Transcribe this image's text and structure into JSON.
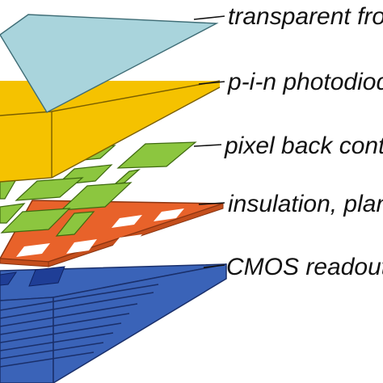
{
  "layers": [
    {
      "label": "transparent front electrode",
      "color": "#a9d4dc"
    },
    {
      "label": "p-i-n photodiode",
      "color": "#f5c200"
    },
    {
      "label": "pixel back contacts",
      "color": "#8cc63f"
    },
    {
      "label": "insulation, planarization",
      "color": "#e8622a"
    },
    {
      "label": "CMOS readout",
      "color": "#3a63b8"
    }
  ]
}
